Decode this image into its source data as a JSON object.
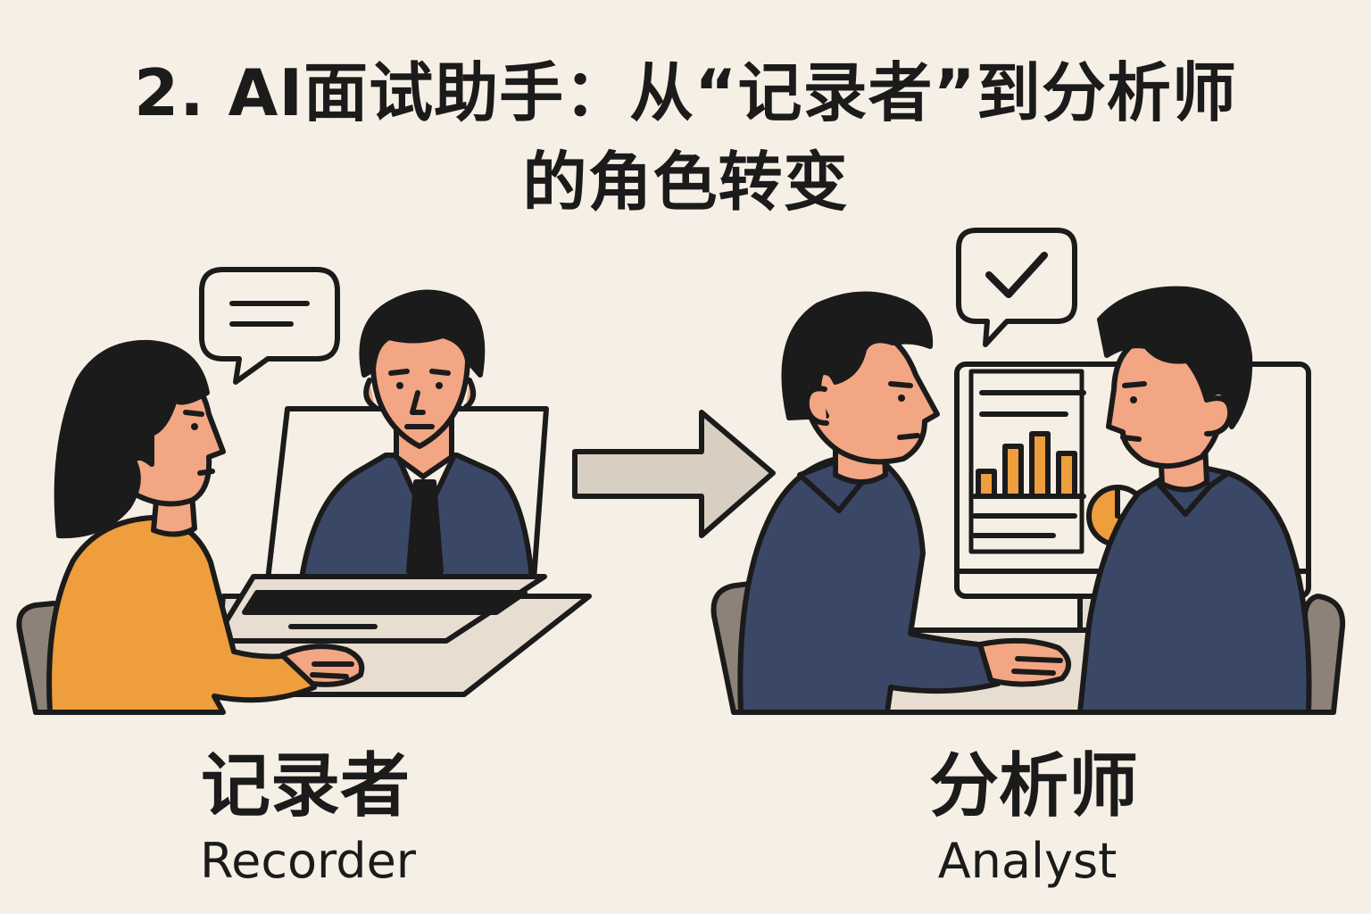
{
  "title": {
    "line1": "2. AI面试助手：从“记录者”到分析师",
    "line2": "的角色转变"
  },
  "left_role": {
    "label_zh": "记录者",
    "label_en": "Recorder"
  },
  "right_role": {
    "label_zh": "分析师",
    "label_en": "Analyst"
  },
  "colors": {
    "background": "#F6EFE5",
    "ink": "#1B1B1B",
    "skin": "#F2A683",
    "orange_sweater": "#EE9E3C",
    "navy_suit": "#3B4766",
    "chair_gray": "#8C8277",
    "desk_beige": "#E7DED1",
    "arrow_fill": "#D8CFC2",
    "chart_orange": "#EE9E3C"
  },
  "icons": {
    "left_bubble": "speech-bubble-lines-icon",
    "right_bubble": "speech-bubble-checkmark-icon",
    "arrow": "right-arrow-icon",
    "chart": "bar-chart-icon",
    "pie": "pie-chart-icon"
  }
}
